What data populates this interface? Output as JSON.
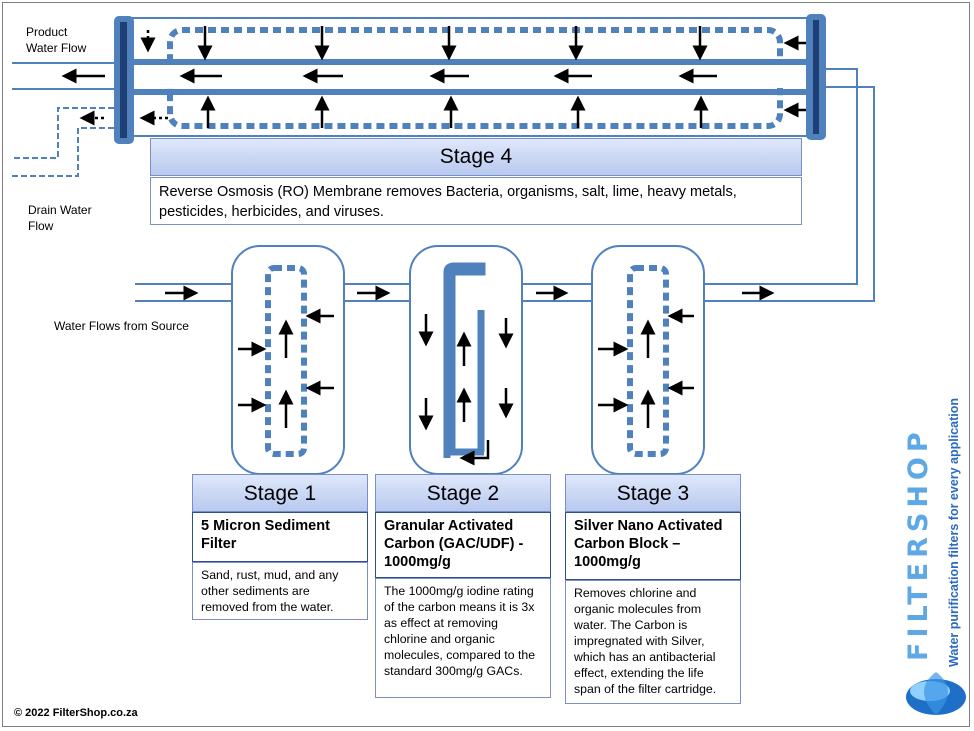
{
  "labels": {
    "product_flow": "Product\nWater Flow",
    "drain_flow": "Drain Water\nFlow",
    "source_flow": "Water Flows from Source"
  },
  "stage4": {
    "title": "Stage 4",
    "description": "Reverse Osmosis (RO) Membrane removes Bacteria, organisms, salt, lime, heavy metals, pesticides, herbicides, and viruses."
  },
  "stages": [
    {
      "title": "Stage 1",
      "name": "5 Micron Sediment Filter",
      "description": "Sand, rust, mud, and any other sediments are removed from the water."
    },
    {
      "title": "Stage 2",
      "name": "Granular Activated Carbon (GAC/UDF) - 1000mg/g",
      "description": "The 1000mg/g iodine rating of the carbon means it is 3x as effect at removing chlorine and organic molecules, compared to the standard 300mg/g GACs."
    },
    {
      "title": "Stage 3",
      "name": "Silver Nano Activated Carbon Block – 1000mg/g",
      "description": "Removes chlorine and organic molecules from water. The Carbon is impregnated with Silver, which has an antibacterial effect, extending the life span of the filter cartridge."
    }
  ],
  "brand": {
    "name": "FILTERSHOP",
    "tagline": "Water purification filters for every application",
    "icon": "water-drop-icon"
  },
  "copyright": "© 2022 FilterShop.co.za",
  "colors": {
    "pipe": "#4f81bd",
    "pipe_dark": "#2e5a94",
    "header_fill": "#c6d4f2",
    "accent": "#5fa8e6"
  }
}
